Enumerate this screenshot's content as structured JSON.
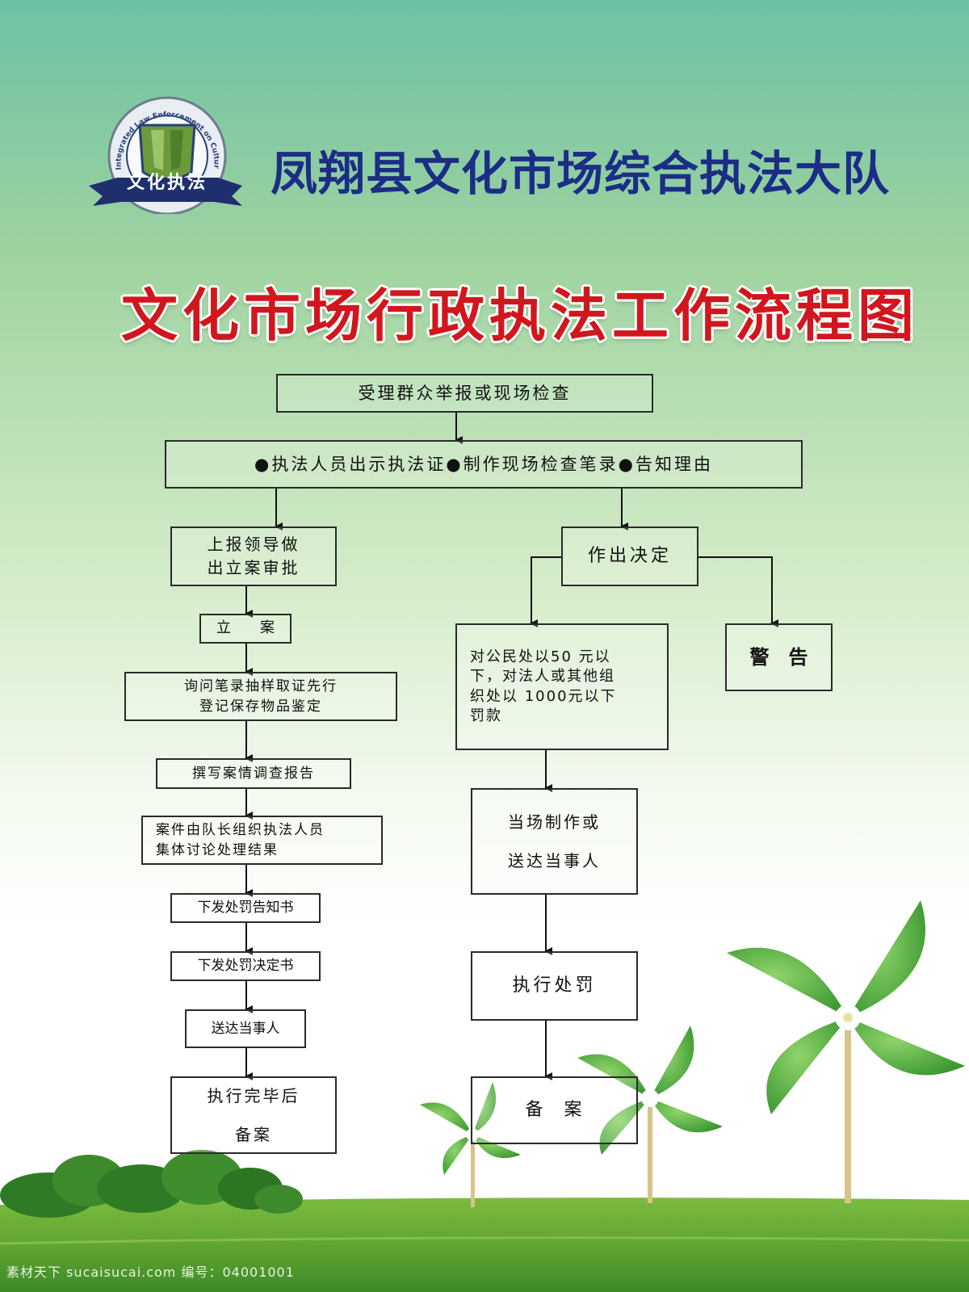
{
  "poster": {
    "org_title": "凤翔县文化市场综合执法大队",
    "chart_title": "文化市场行政执法工作流程图",
    "logo_banner": "文化执法",
    "logo_ring": "Integrated Law Enforcement on Cultural Market",
    "watermark": "素材天下 sucaisucai.com  编号：04001001"
  },
  "colors": {
    "org_title": "#1b2d86",
    "chart_title": "#d2161d",
    "box_border": "#2a2a2a",
    "sky_top": "#6cc1a4",
    "grass": "#5fa532"
  },
  "flow": {
    "start": "受理群众举报或现场检查",
    "steps_bar": "●执法人员出示执法证●制作现场检查笔录●告知理由",
    "left": [
      "上报领导做\n出立案审批",
      "立　　案",
      "询问笔录抽样取证先行\n登记保存物品鉴定",
      "撰写案情调查报告",
      "案件由队长组织执法人员\n集体讨论处理结果",
      "下发处罚告知书",
      "下发处罚决定书",
      "送达当事人",
      "执行完毕后\n\n备案"
    ],
    "decide": "作出决定",
    "fine": "对公民处以50 元以\n下，对法人或其他组\n织处以 1000元以下\n罚款",
    "warning": "警　告",
    "deliver": "当场制作或\n\n送达当事人",
    "execute": "执行处罚",
    "record": "备　案"
  }
}
